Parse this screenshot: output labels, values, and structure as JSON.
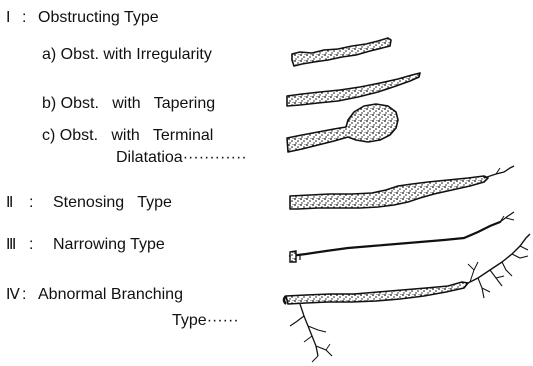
{
  "types": [
    {
      "numeral": "Ⅰ",
      "sep": ":",
      "name": "Obstructing Type"
    },
    {
      "numeral": "Ⅱ",
      "sep": ":",
      "name": "Stenosing   Type"
    },
    {
      "numeral": "Ⅲ",
      "sep": ":",
      "name": "Narrowing Type"
    },
    {
      "numeral": "Ⅳ",
      "sep": ":",
      "name": "Abnormal Branching",
      "name_cont": "Type······"
    }
  ],
  "subtypes": [
    {
      "label": "a) Obst. with Irregularity"
    },
    {
      "label": "b) Obst.   with   Tapering"
    },
    {
      "label": "c) Obst.   with   Terminal",
      "label_cont": "Dilatatioa············"
    }
  ]
}
